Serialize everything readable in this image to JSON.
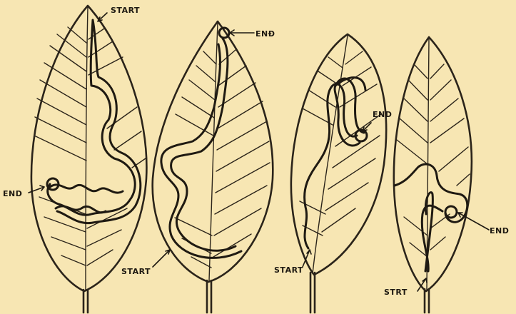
{
  "labels": {
    "start": "START",
    "end": "END",
    "end_alt": "ENÐ",
    "start_alt": "STRT"
  },
  "colors": {
    "background": "#f7e6b3",
    "ink": "#1f1a12"
  }
}
